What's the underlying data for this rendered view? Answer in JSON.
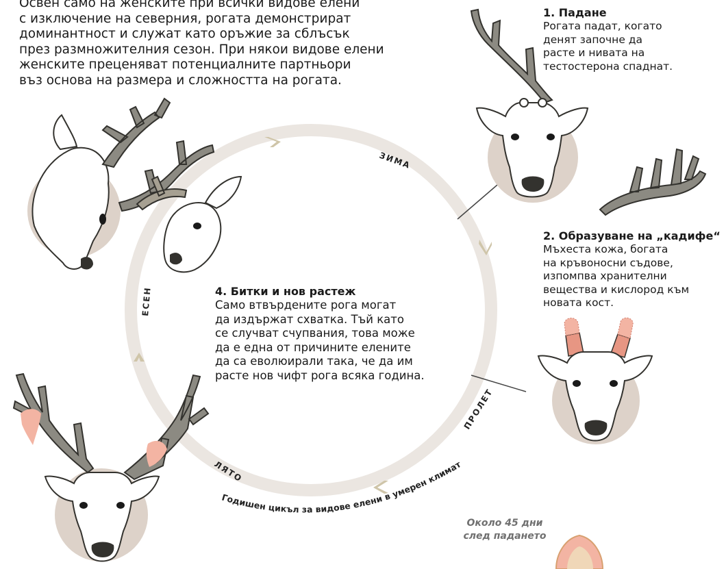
{
  "intro": {
    "lines": [
      "Освен само на женските при всички видове елени",
      "с изключение на северния, рогата демонстрират",
      "доминантност и служат като оръжие за сблъсък",
      "през размножителния сезон. При някои видове елени",
      "женските преценяват потенциалните партньори",
      "въз основа на размера и сложността на рогата."
    ]
  },
  "stages": {
    "shedding": {
      "title": "1. Падане",
      "lines": [
        "Рогата падат, когато",
        "денят започне да",
        "расте и нивата на",
        "тестостерона спаднат."
      ]
    },
    "velvet": {
      "title": "2. Образуване на „кадифе“",
      "lines": [
        "Мъхеста кожа, богата",
        "на кръвоносни съдове,",
        "изпомпва хранителни",
        "вещества и кислород към",
        "новата кост."
      ]
    },
    "battle": {
      "title": "4. Битки и нов растеж",
      "lines": [
        "Само втвърдените рога могат",
        "да издържат схватка. Тъй като",
        "се случват счупвания, това може",
        "да е една от причините елените",
        "да са еволюирали така, че да им",
        "расте нов чифт рога всяка година."
      ]
    }
  },
  "seasons": {
    "winter": "ЗИМА",
    "spring": "ПРОЛЕТ",
    "summer": "ЛЯТО",
    "autumn": "ЕСЕН"
  },
  "cycle_caption": "Годишен цикъл за видове елени в умерен климат",
  "day_note": [
    "Около 45 дни",
    "след падането"
  ],
  "colors": {
    "ring": "#ebe6e1",
    "chevron": "#cfc5a9",
    "antler": "#8c8a82",
    "antler_stroke": "#33322e",
    "medallion": "#ddd2c9",
    "velvet": "#f3b4a3",
    "velvet_base": "#e79683",
    "text": "#1a1a1a",
    "note": "#707070"
  }
}
